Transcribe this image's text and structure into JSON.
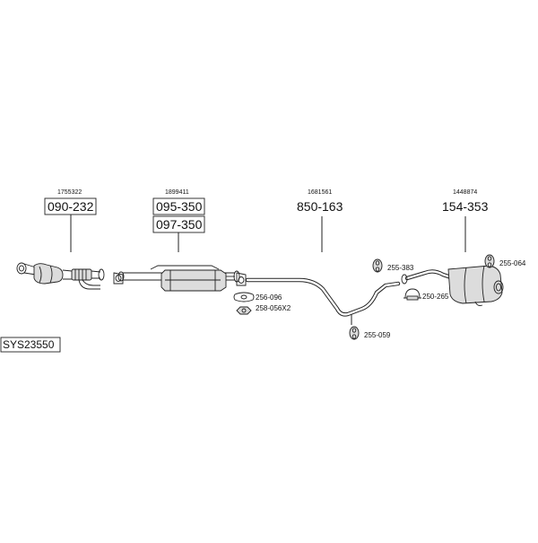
{
  "diagram": {
    "system_code": "SYS23550",
    "groups": [
      {
        "ref": "1755322",
        "parts": [
          "090-232"
        ]
      },
      {
        "ref": "1899411",
        "parts": [
          "095-350",
          "097-350"
        ]
      },
      {
        "ref": "1681561",
        "parts": [
          "850-163"
        ]
      },
      {
        "ref": "1448874",
        "parts": [
          "154-353"
        ]
      }
    ],
    "small_parts": [
      "256-096",
      "258-056X2",
      "255-059",
      "255-383",
      "250-265",
      "255-064"
    ]
  }
}
